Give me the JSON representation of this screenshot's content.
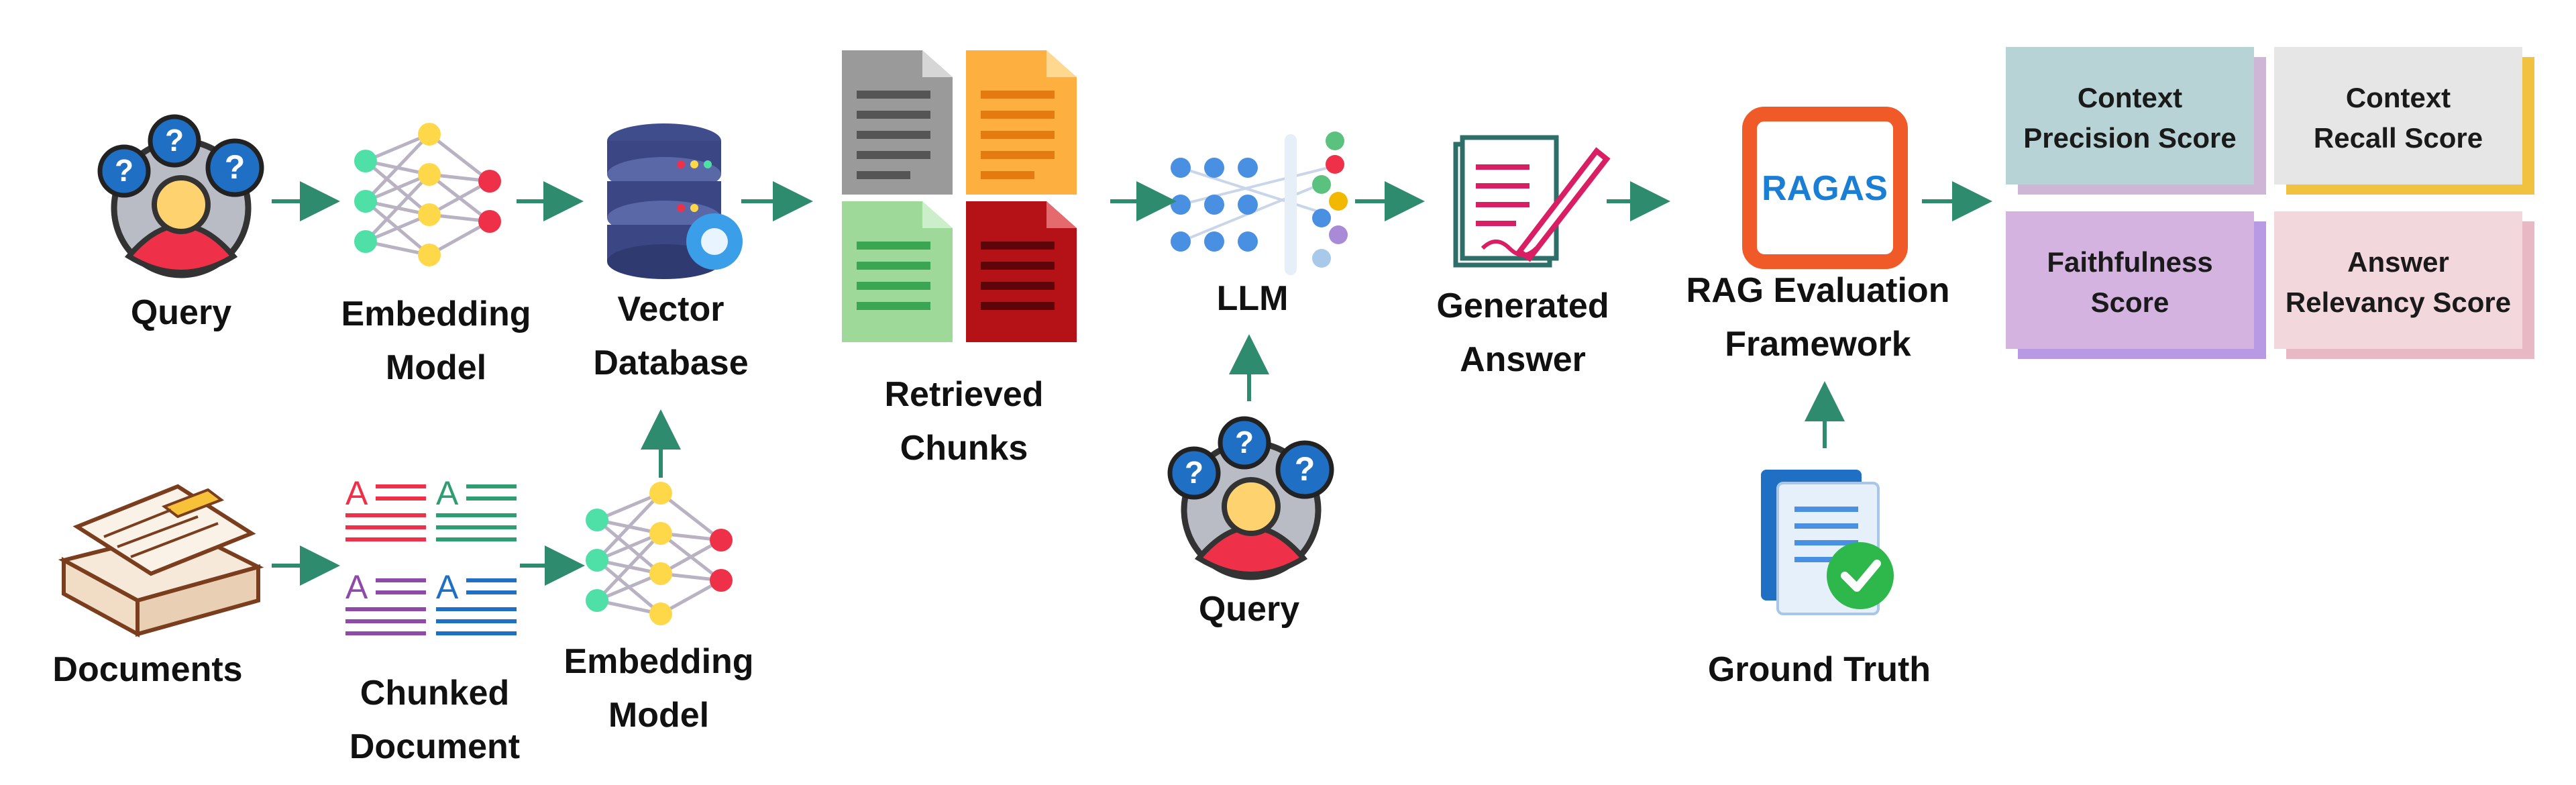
{
  "labels": {
    "query_top": "Query",
    "embedding_top_1": "Embedding",
    "embedding_top_2": "Model",
    "vector_db_1": "Vector",
    "vector_db_2": "Database",
    "retrieved_1": "Retrieved",
    "retrieved_2": "Chunks",
    "llm": "LLM",
    "generated_1": "Generated",
    "generated_2": "Answer",
    "rag_eval_1": "RAG Evaluation",
    "rag_eval_2": "Framework",
    "ragas_logo": "RAGAS",
    "query_bottom": "Query",
    "ground_truth": "Ground Truth",
    "documents": "Documents",
    "chunked_1": "Chunked",
    "chunked_2": "Document",
    "embedding_bottom_1": "Embedding",
    "embedding_bottom_2": "Model"
  },
  "score_cards": [
    {
      "line1": "Context",
      "line2": "Precision Score",
      "fill": "#b7d3d6",
      "shadow": "#cfb6d6"
    },
    {
      "line1": "Context",
      "line2": "Recall Score",
      "fill": "#e6e6e6",
      "shadow": "#f1c240"
    },
    {
      "line1": "Faithfulness",
      "line2": "Score",
      "fill": "#d4b3e0",
      "shadow": "#b79ae3"
    },
    {
      "line1": "Answer",
      "line2": "Relevancy Score",
      "fill": "#f2d7dc",
      "shadow": "#e8b9c4"
    }
  ],
  "colors": {
    "arrow": "#2e8b6e",
    "question_blue": "#1f6fc5",
    "ragas_border": "#f05a28",
    "ragas_text": "#1a7fd4"
  },
  "icons": [
    "question-bubble-icon",
    "neural-network-icon",
    "database-gear-icon",
    "document-chunks-icon",
    "llm-network-icon",
    "signature-document-icon",
    "ragas-logo-icon",
    "ground-truth-doc-icon",
    "paper-stack-icon",
    "chunked-text-icon"
  ]
}
